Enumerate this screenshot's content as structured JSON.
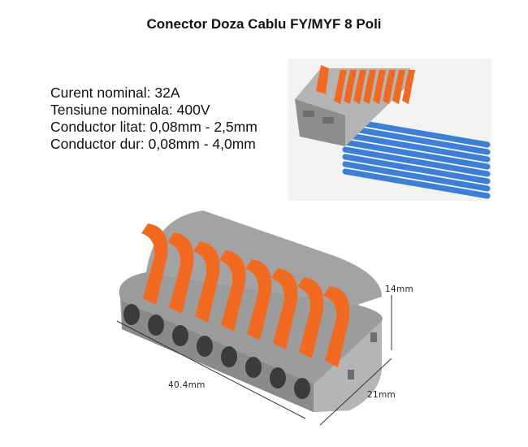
{
  "title": "Conector Doza Cablu FY/MYF 8 Poli",
  "specs": [
    "Curent nominal: 32A",
    "Tensiune nominala: 400V",
    "Conductor litat: 0,08mm - 2,5mm",
    "Conductor dur: 0,08mm - 4,0mm"
  ],
  "dimensions": {
    "length": "40.4mm",
    "depth": "21mm",
    "height": "14mm"
  },
  "product": {
    "poles": 8,
    "lever_color": "#f26a21",
    "body_color": "#a9a9a9",
    "wire_color": "#3d7fd6"
  }
}
